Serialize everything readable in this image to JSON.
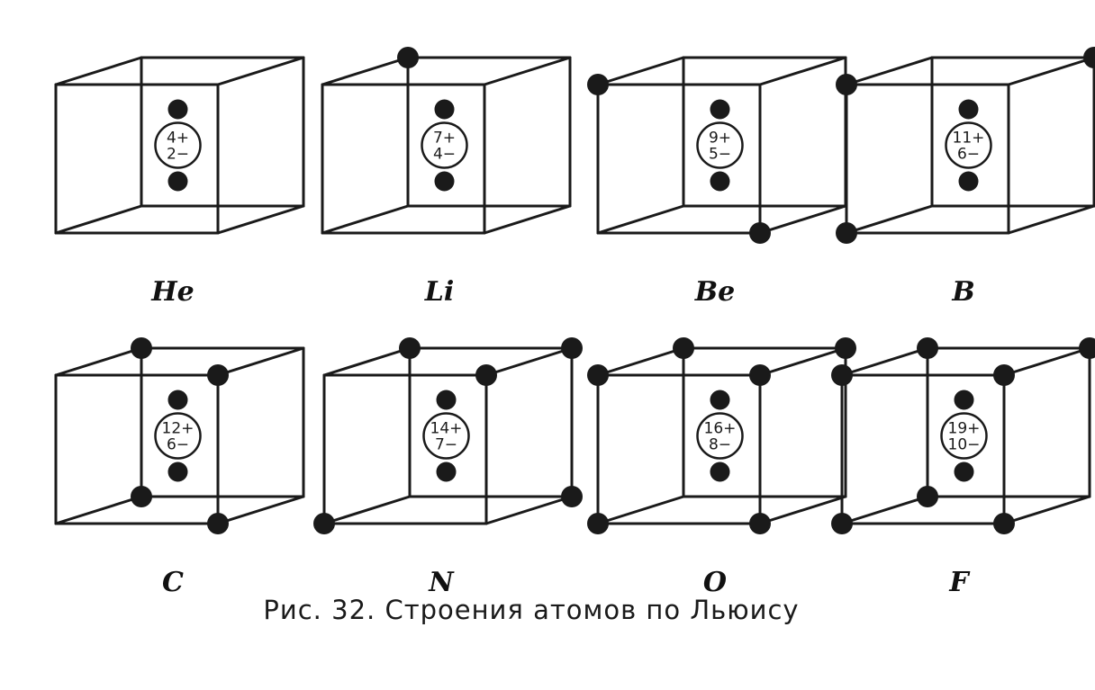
{
  "caption": "Рис. 32. Строения атомов по Льюису",
  "atoms": [
    {
      "symbol": "He",
      "charge": "4+",
      "electrons": "2−"
    },
    {
      "symbol": "Li",
      "charge": "7+",
      "electrons": "4−"
    },
    {
      "symbol": "Be",
      "charge": "9+",
      "electrons": "5−"
    },
    {
      "symbol": "B",
      "charge": "11+",
      "electrons": "6−"
    },
    {
      "symbol": "C",
      "charge": "12+",
      "electrons": "6−"
    },
    {
      "symbol": "N",
      "charge": "14+",
      "electrons": "7−"
    },
    {
      "symbol": "O",
      "charge": "16+",
      "electrons": "8−"
    },
    {
      "symbol": "F",
      "charge": "19+",
      "electrons": "10−"
    }
  ],
  "colors": {
    "ink": "#1a1a1a",
    "paper": "#ffffff"
  }
}
